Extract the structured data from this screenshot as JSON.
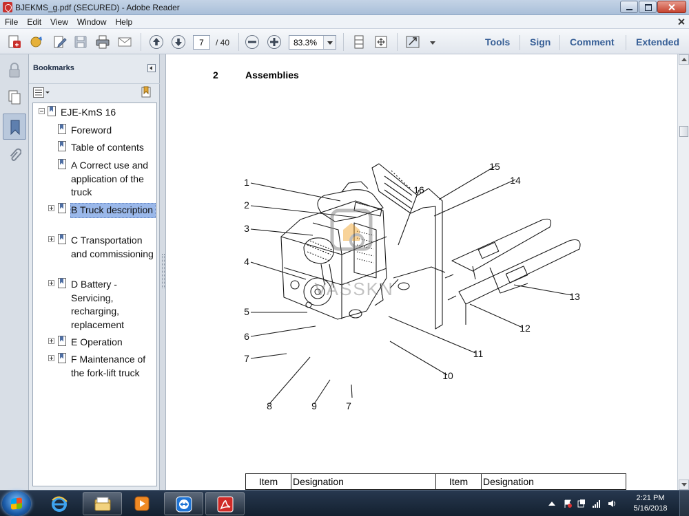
{
  "window": {
    "title": "BJEKMS_g.pdf (SECURED) - Adobe Reader"
  },
  "menu": {
    "items": [
      "File",
      "Edit",
      "View",
      "Window",
      "Help"
    ]
  },
  "toolbar": {
    "page_current": "7",
    "page_total": "/ 40",
    "zoom": "83.3%",
    "links": [
      "Tools",
      "Sign",
      "Comment",
      "Extended"
    ]
  },
  "bookmarks": {
    "title": "Bookmarks",
    "items": [
      {
        "label": "EJE-KmS 16",
        "level": 0,
        "toggle": "minus"
      },
      {
        "label": "Foreword",
        "level": 1,
        "toggle": "none"
      },
      {
        "label": "Table of contents",
        "level": 1,
        "toggle": "none"
      },
      {
        "label": "A Correct use and application of the truck",
        "level": 1,
        "toggle": "none"
      },
      {
        "label": "B Truck description",
        "level": 1,
        "toggle": "plus",
        "selected": true
      },
      {
        "label": "C Transportation and commissioning",
        "level": 1,
        "toggle": "plus"
      },
      {
        "label": "D Battery - Servicing, recharging, replacement",
        "level": 1,
        "toggle": "plus"
      },
      {
        "label": "E Operation",
        "level": 1,
        "toggle": "plus"
      },
      {
        "label": "F Maintenance of the fork-lift truck",
        "level": 1,
        "toggle": "plus"
      }
    ]
  },
  "document": {
    "section_number": "2",
    "section_title": "Assemblies",
    "callouts": [
      "1",
      "2",
      "3",
      "4",
      "5",
      "6",
      "7",
      "7",
      "8",
      "9",
      "10",
      "11",
      "12",
      "13",
      "14",
      "15",
      "16"
    ],
    "watermark": "VASSKN",
    "table_headers": [
      "Item",
      "Designation",
      "Item",
      "Designation"
    ]
  },
  "taskbar": {
    "time": "2:21 PM",
    "date": "5/16/2018"
  }
}
